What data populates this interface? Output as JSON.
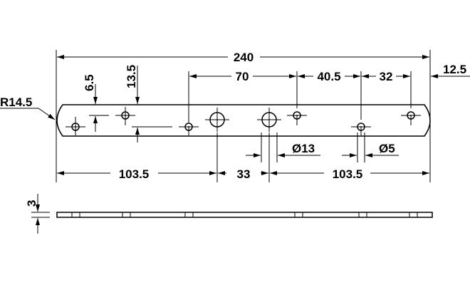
{
  "dimensions": {
    "overall_length": "240",
    "hole_spacing_70": "70",
    "hole_spacing_40_5": "40.5",
    "hole_spacing_32": "32",
    "end_offset": "12.5",
    "offset_6_5": "6.5",
    "offset_13_5": "13.5",
    "radius": "R14.5",
    "left_to_center": "103.5",
    "center_spacing": "33",
    "center_to_right": "103.5",
    "large_hole_diameter": "Ø13",
    "small_hole_diameter": "Ø5",
    "thickness": "3"
  },
  "colors": {
    "line": "#000000",
    "background": "#ffffff"
  }
}
